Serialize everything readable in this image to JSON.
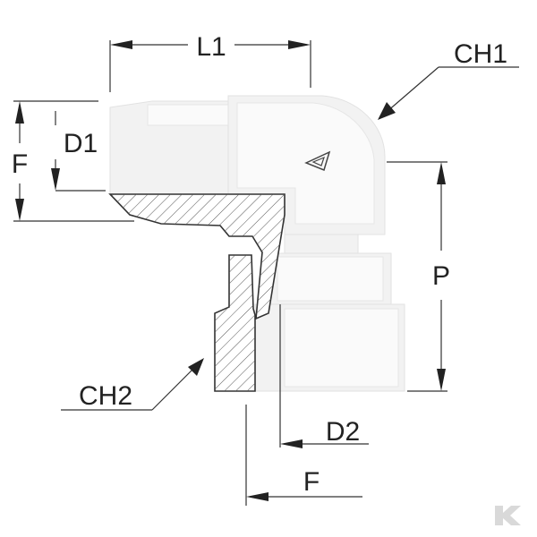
{
  "labels": {
    "l1": "L1",
    "ch1": "CH1",
    "d1": "D1",
    "f_top": "F",
    "p": "P",
    "ch2": "CH2",
    "d2": "D2",
    "f_bottom": "F"
  },
  "colors": {
    "body": "#f2f2f2",
    "outline": "#333333",
    "watermark": "#d9d9d9"
  },
  "icons": [
    "arrow-icon",
    "watermark-logo-icon"
  ]
}
